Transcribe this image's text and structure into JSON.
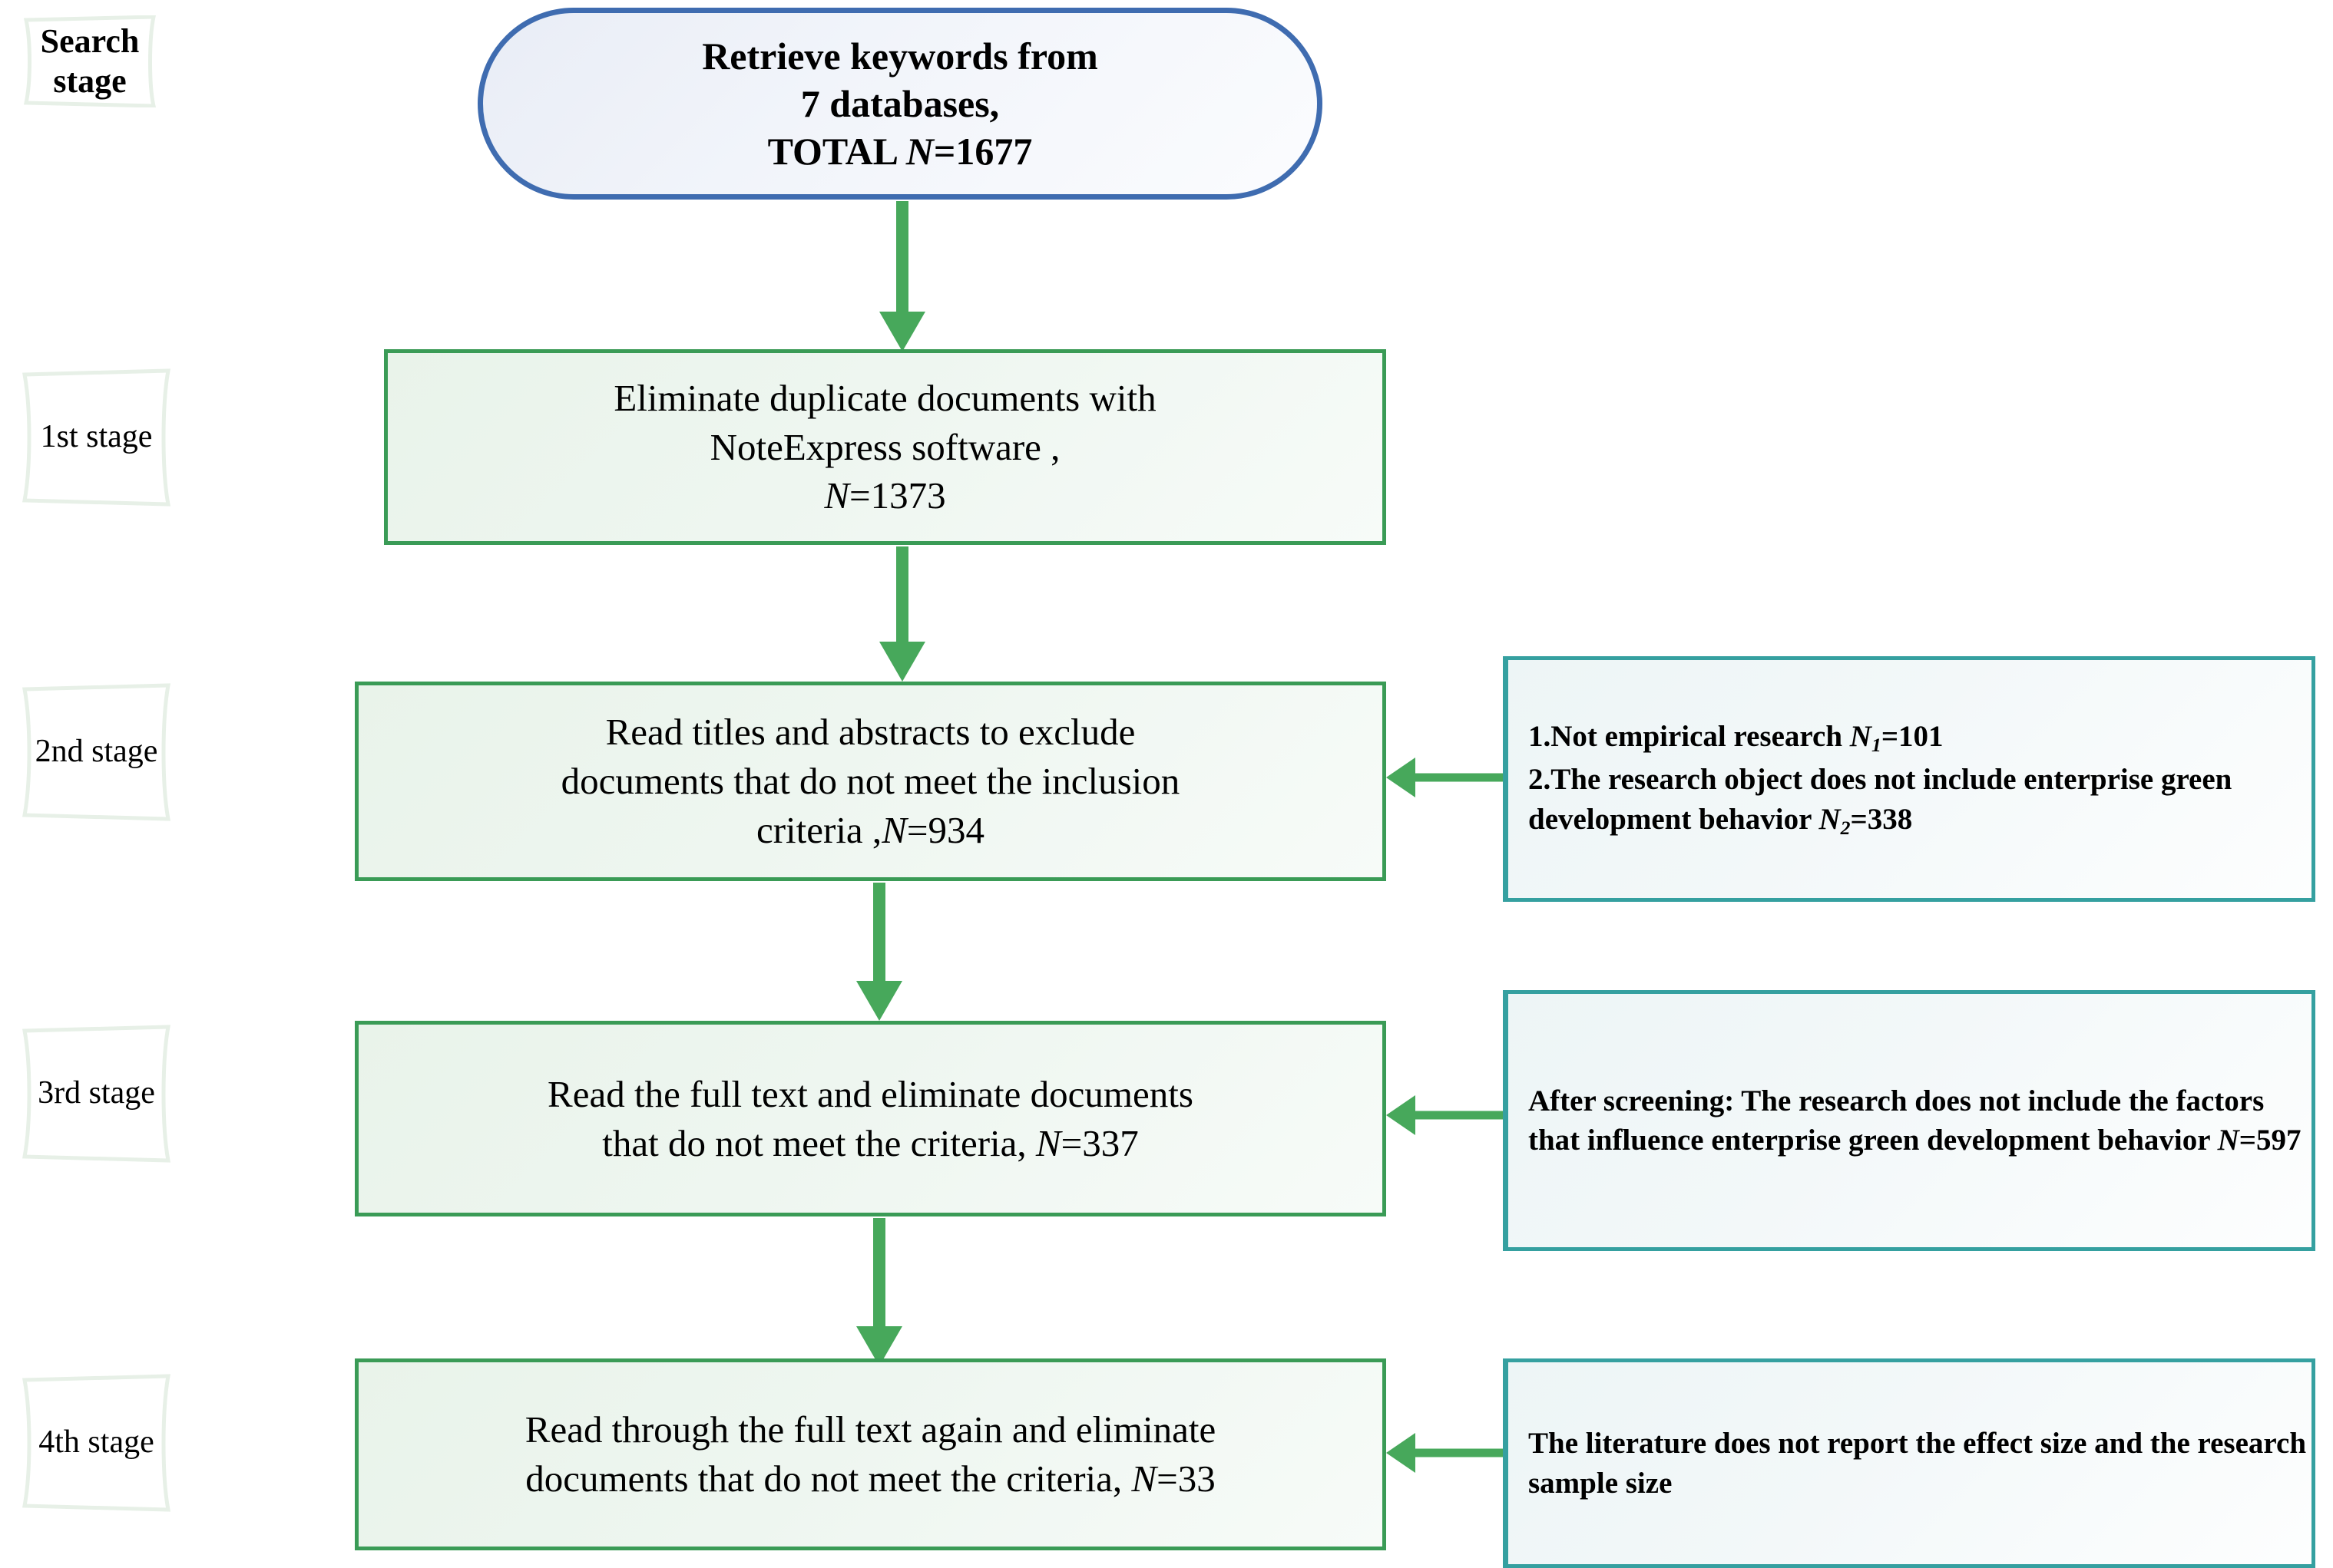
{
  "diagram": {
    "title": "Literature screening flow (PRISMA-style)",
    "colors": {
      "process_border": "#3a9b56",
      "process_fill": "#eef6f0",
      "terminator_border": "#3f6cb0",
      "terminator_fill": "#f1f4fa",
      "note_border": "#35a0a0",
      "note_fill": "#f3f8f9",
      "arrow": "#47a85b",
      "stage_flag_border": "#e4eee4",
      "text": "#000000"
    }
  },
  "stages": [
    {
      "id": "search",
      "label_line1": "Search",
      "label_line2": "stage"
    },
    {
      "id": "stage1",
      "label_line1": "1st stage",
      "label_line2": ""
    },
    {
      "id": "stage2",
      "label_line1": "2nd stage",
      "label_line2": ""
    },
    {
      "id": "stage3",
      "label_line1": "3rd stage",
      "label_line2": ""
    },
    {
      "id": "stage4",
      "label_line1": "4th stage",
      "label_line2": ""
    }
  ],
  "nodes": {
    "terminator": {
      "line1": "Retrieve keywords from",
      "line2": "7 databases,",
      "line3_prefix": "TOTAL ",
      "line3_symbol": "N",
      "line3_value": "=1677"
    },
    "step1": {
      "line1": "Eliminate duplicate documents with",
      "line2": "NoteExpress software ,",
      "line3_symbol": "N",
      "line3_value": "=1373"
    },
    "step2": {
      "line1": "Read titles and abstracts to exclude",
      "line2": "documents that do not meet the inclusion",
      "line3_prefix": "criteria ,",
      "line3_symbol": "N",
      "line3_value": "=934"
    },
    "step3": {
      "line1": "Read the full text and eliminate documents",
      "line2_prefix": "that do not meet the criteria, ",
      "line2_symbol": "N",
      "line2_value": "=337"
    },
    "step4": {
      "line1": "Read through the full text again and eliminate",
      "line2_prefix": "documents that do not meet the criteria, ",
      "line2_symbol": "N",
      "line2_value": "=33"
    }
  },
  "notes": {
    "note2": {
      "item1_text": "1.Not empirical research ",
      "item1_symbol": "N",
      "item1_sub": "1",
      "item1_value": "=101",
      "item2_text": "2.The research object does not include enterprise green development behavior ",
      "item2_symbol": "N",
      "item2_sub": "2",
      "item2_value": "=338"
    },
    "note3": {
      "text": "After screening: The research does not include the factors that influence enterprise green development behavior ",
      "symbol": "N",
      "value": "=597"
    },
    "note4": {
      "text": "The literature does not report the effect size and the research sample size"
    }
  }
}
